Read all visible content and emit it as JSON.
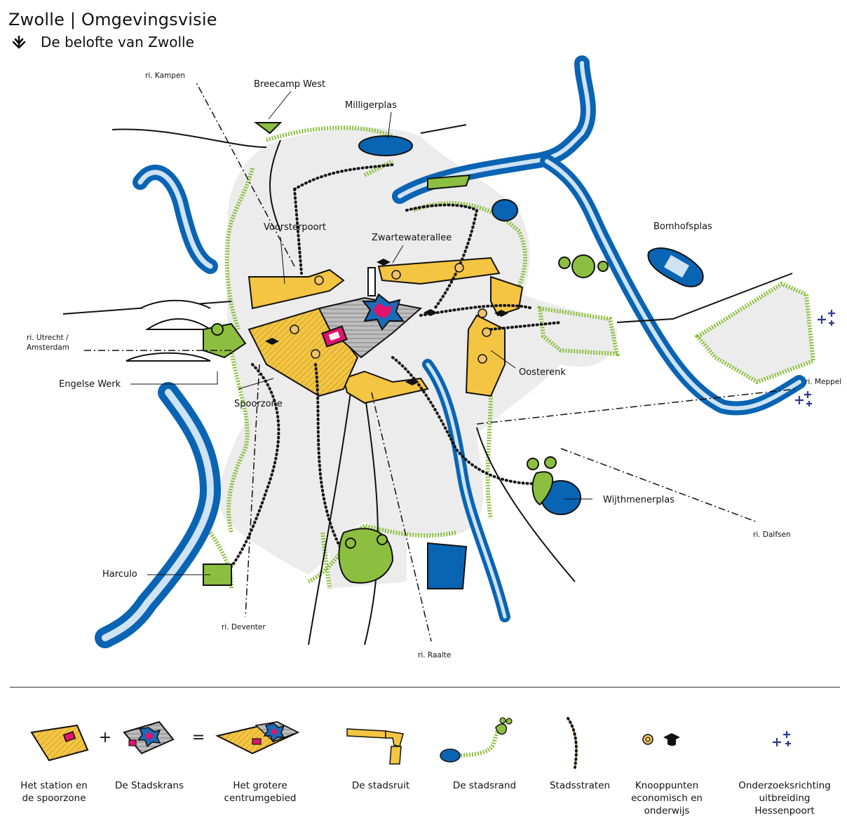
{
  "header": {
    "title": "Zwolle | Omgevingsvisie",
    "subtitle": "De belofte van Zwolle"
  },
  "map": {
    "places": {
      "breecamp": "Breecamp West",
      "milligerplas": "Milligerplas",
      "voorsterpoort": "Voorsterpoort",
      "zwartewaterallee": "Zwartewaterallee",
      "bomhofsplas": "Bomhofsplas",
      "oosterenk": "Oosterenk",
      "spoorzone": "Spoorzone",
      "engelse_werk": "Engelse Werk",
      "wijthmenerplas": "Wijthmenerplas",
      "harculo": "Harculo"
    },
    "directions": {
      "kampen": "ri. Kampen",
      "utrecht_line1": "ri. Utrecht /",
      "utrecht_line2": "Amsterdam",
      "meppel": "ri. Meppel",
      "dalfsen": "ri. Dalfsen",
      "deventer": "ri. Deventer",
      "raalte": "ri. Raalte"
    },
    "colors": {
      "water": "#0a64b4",
      "city": "#ececec",
      "yellow": "#f4c542",
      "green": "#8cbf3f",
      "pink": "#e0136d",
      "dots": "#111111",
      "path": "#e0a030",
      "star": "#2b3a8f"
    }
  },
  "legend": {
    "items": [
      {
        "label_l1": "Het station en",
        "label_l2": "de spoorzone",
        "label_l3": ""
      },
      {
        "label_l1": "De Stadskrans",
        "label_l2": "",
        "label_l3": ""
      },
      {
        "label_l1": "Het grotere",
        "label_l2": "centrumgebied",
        "label_l3": ""
      },
      {
        "label_l1": "De stadsruit",
        "label_l2": "",
        "label_l3": ""
      },
      {
        "label_l1": "De stadsrand",
        "label_l2": "",
        "label_l3": ""
      },
      {
        "label_l1": "Stadsstraten",
        "label_l2": "",
        "label_l3": ""
      },
      {
        "label_l1": "Knooppunten",
        "label_l2": "economisch en",
        "label_l3": "onderwijs"
      },
      {
        "label_l1": "Onderzoeksrichting",
        "label_l2": "uitbreiding",
        "label_l3": "Hessenpoort"
      }
    ],
    "plus_symbol": "+",
    "equals_symbol": "="
  }
}
